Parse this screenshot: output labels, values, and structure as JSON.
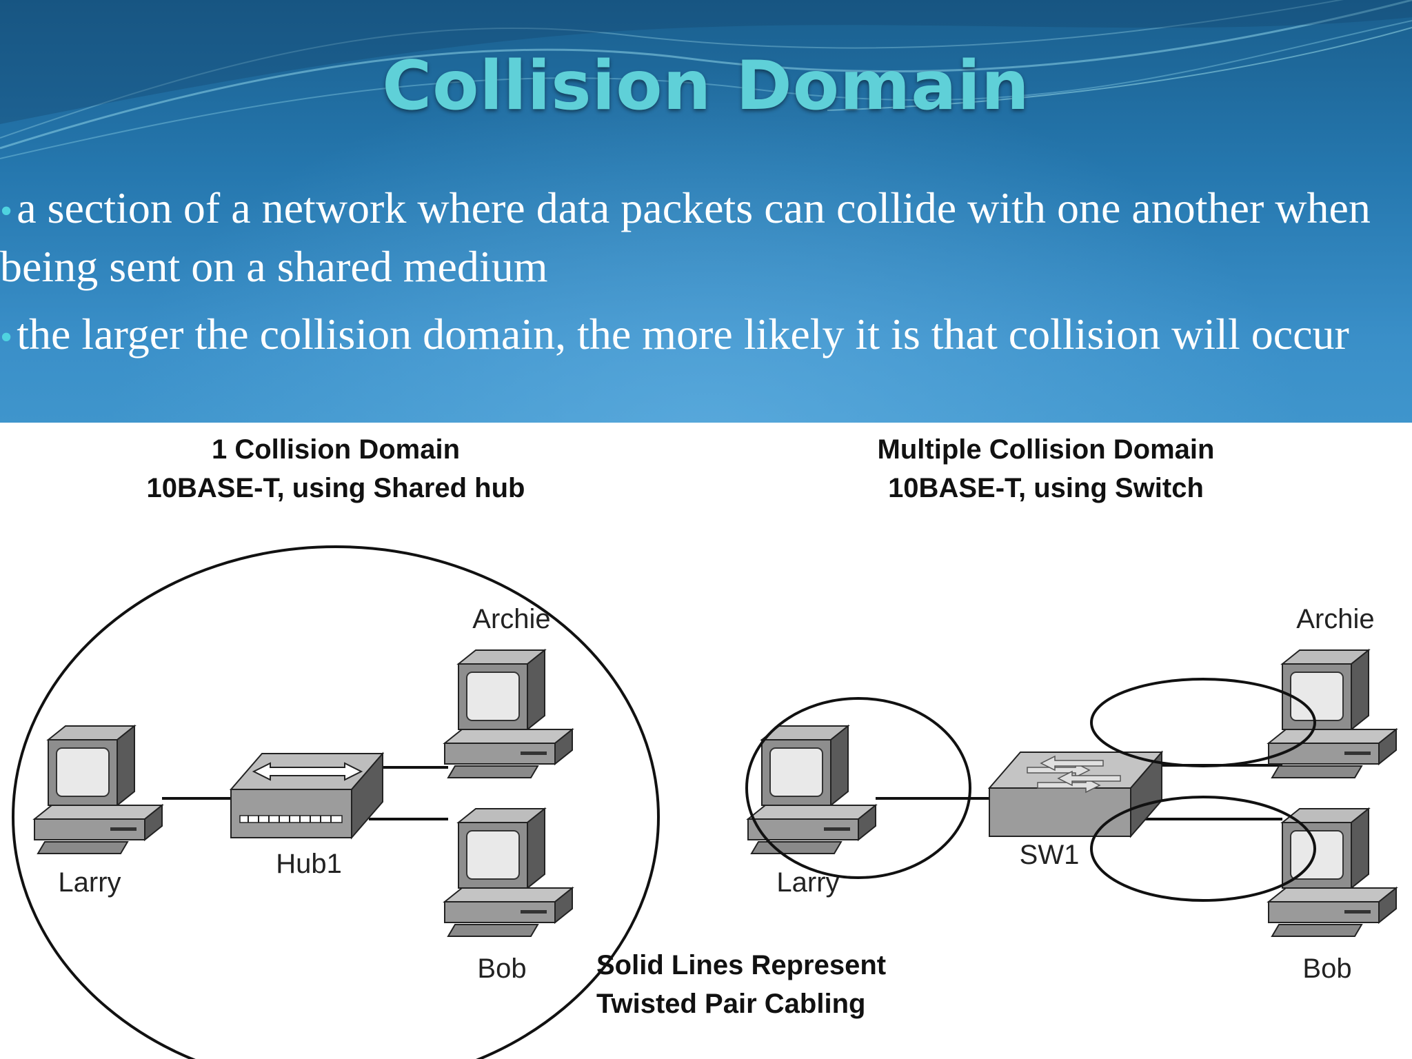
{
  "slide": {
    "title": "Collision Domain",
    "bullets": [
      "a section of a network where data packets can collide with one another when being sent on a shared medium",
      "the larger the collision domain, the more likely it is that collision will occur"
    ],
    "bullet_marker": "•"
  },
  "diagram": {
    "left": {
      "title_line1": "1 Collision Domain",
      "title_line2": "10BASE-T, using Shared hub",
      "hub_label": "Hub1",
      "pc_larry": "Larry",
      "pc_archie": "Archie",
      "pc_bob": "Bob"
    },
    "right": {
      "title_line1": "Multiple Collision Domain",
      "title_line2": "10BASE-T, using Switch",
      "switch_label": "SW1",
      "pc_larry": "Larry",
      "pc_archie": "Archie",
      "pc_bob": "Bob"
    },
    "note_line1": "Solid Lines Represent",
    "note_line2": "Twisted Pair Cabling"
  },
  "colors": {
    "title": "#5fd0d8",
    "bullet_marker": "#4fd3e0",
    "header_top": "#1a5f8e",
    "header_bottom": "#3f95cc"
  }
}
